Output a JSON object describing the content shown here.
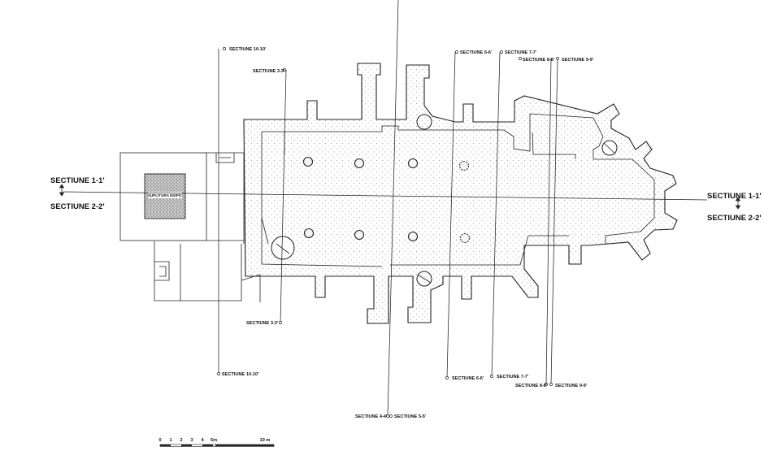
{
  "colors": {
    "ink": "#222222",
    "wall_fill": "#f4f4f4",
    "paper": "#ffffff"
  },
  "labels": {
    "s11_left": "SECTIUNE 1-1'",
    "s22_left": "SECTIUNE 2-2'",
    "s11_right": "SECTIUNE 1-1'",
    "s22_right": "SECTIUNE 2-2'",
    "s1010_top": "SECTIUNE 10-10'",
    "s1010_bottom": "SECTIUNE 10-10'",
    "s33_top": "SECTIUNE 3-3'",
    "s33_bottom": "SECTIUNE 3-3'",
    "s66_top": "SECTIUNE 6-6'",
    "s66_bottom": "SECTIUNE 6-6'",
    "s77_top": "SECTIUNE 7-7'",
    "s77_bottom": "SECTIUNE 7-7'",
    "s88_top": "SECTIUNE 8-8'",
    "s88_bottom": "SECTIUNE 8-8'",
    "s99_top": "SECTIUNE 9-9'",
    "s99_bottom": "SECTIUNE 9-9'",
    "s44_bottom": "SECTIUNE 4-4'",
    "s55_bottom": "SECTIUNE 5-5'",
    "hatched_box": "SUPLITURA EDIFIC"
  },
  "scale_bar": {
    "ticks": [
      "0",
      "1",
      "2",
      "3",
      "4",
      "5m",
      "10 m"
    ]
  }
}
